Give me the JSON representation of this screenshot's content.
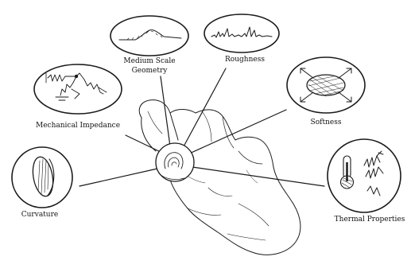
{
  "labels": {
    "medium_scale_geometry_line1": "Medium Scale",
    "medium_scale_geometry_line2": "Geometry",
    "roughness": "Roughness",
    "mechanical_impedance": "Mechanical Impedance",
    "softness": "Softness",
    "curvature": "Curvature",
    "thermal_properties": "Thermal Properties"
  },
  "icons": {
    "medium_scale_geometry": "bump-surface-icon",
    "roughness": "rough-surface-icon",
    "mechanical_impedance": "spring-damper-icon",
    "softness": "squeeze-ellipse-icon",
    "curvature": "curved-disc-icon",
    "thermal_properties": "thermometer-icon",
    "center": "fingertip-contact-icon"
  },
  "colors": {
    "ink": "#1a1a1a",
    "background": "#ffffff"
  }
}
